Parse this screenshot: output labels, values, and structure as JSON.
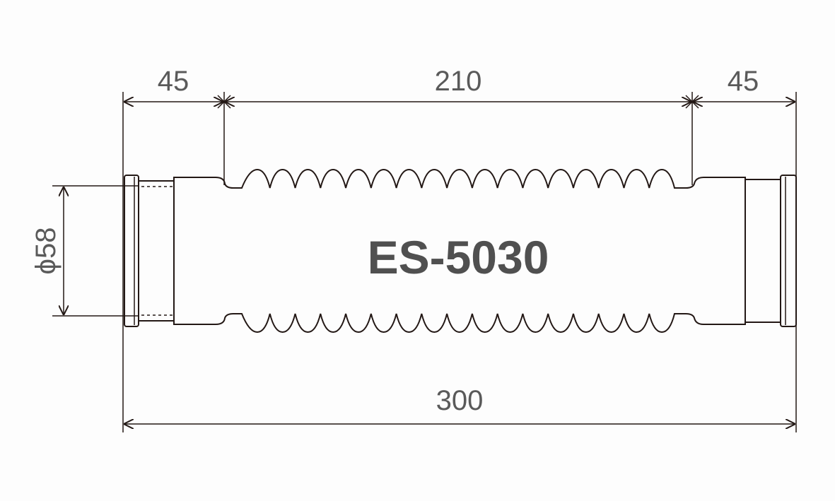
{
  "drawing": {
    "model": "ES-5030",
    "dimensions": {
      "left_end": "45",
      "middle": "210",
      "right_end": "45",
      "total": "300",
      "diameter": "ϕ58"
    }
  }
}
